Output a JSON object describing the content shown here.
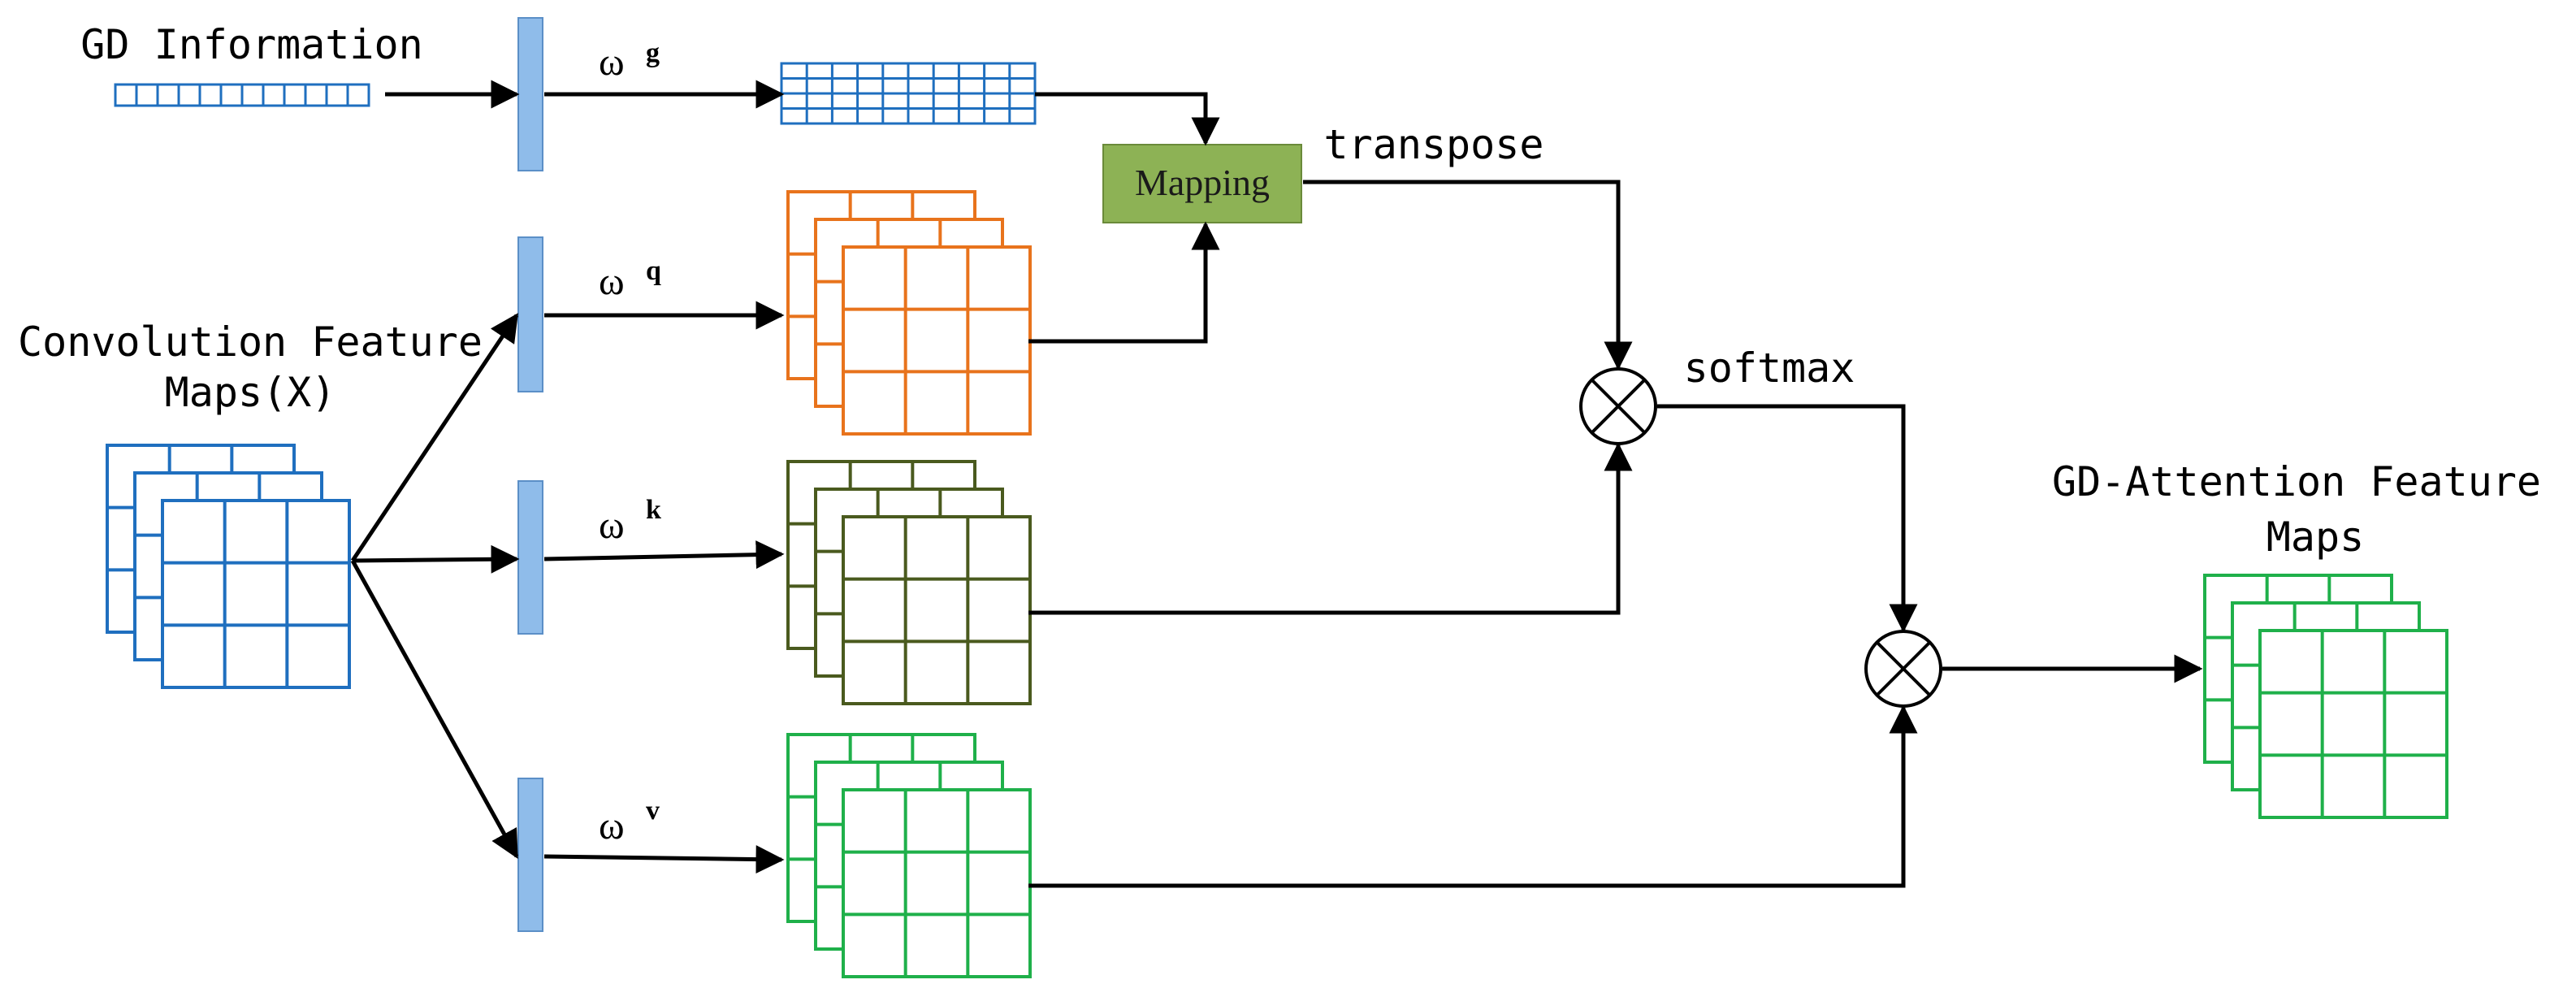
{
  "labels": {
    "gd_information": "GD Information",
    "conv_feature_maps_line1": "Convolution Feature",
    "conv_feature_maps_line2": "Maps(X)",
    "gd_attention_line1": "GD-Attention Feature",
    "gd_attention_line2": "Maps",
    "transpose": "transpose",
    "softmax": "softmax",
    "mapping": "Mapping"
  },
  "weights": {
    "g": {
      "symbol": "ω",
      "superscript": "g"
    },
    "q": {
      "symbol": "ω",
      "superscript": "q"
    },
    "k": {
      "symbol": "ω",
      "superscript": "k"
    },
    "v": {
      "symbol": "ω",
      "superscript": "v"
    }
  },
  "colors": {
    "blue": "#1f6fbf",
    "orange": "#e8731c",
    "olive": "#4a5a1e",
    "green": "#1fb04a",
    "weight_fill": "#8fbcea",
    "weight_stroke": "#5b8fc7",
    "mapping_fill": "#8db255",
    "mapping_stroke": "#6a8a3a",
    "line": "#000000"
  }
}
